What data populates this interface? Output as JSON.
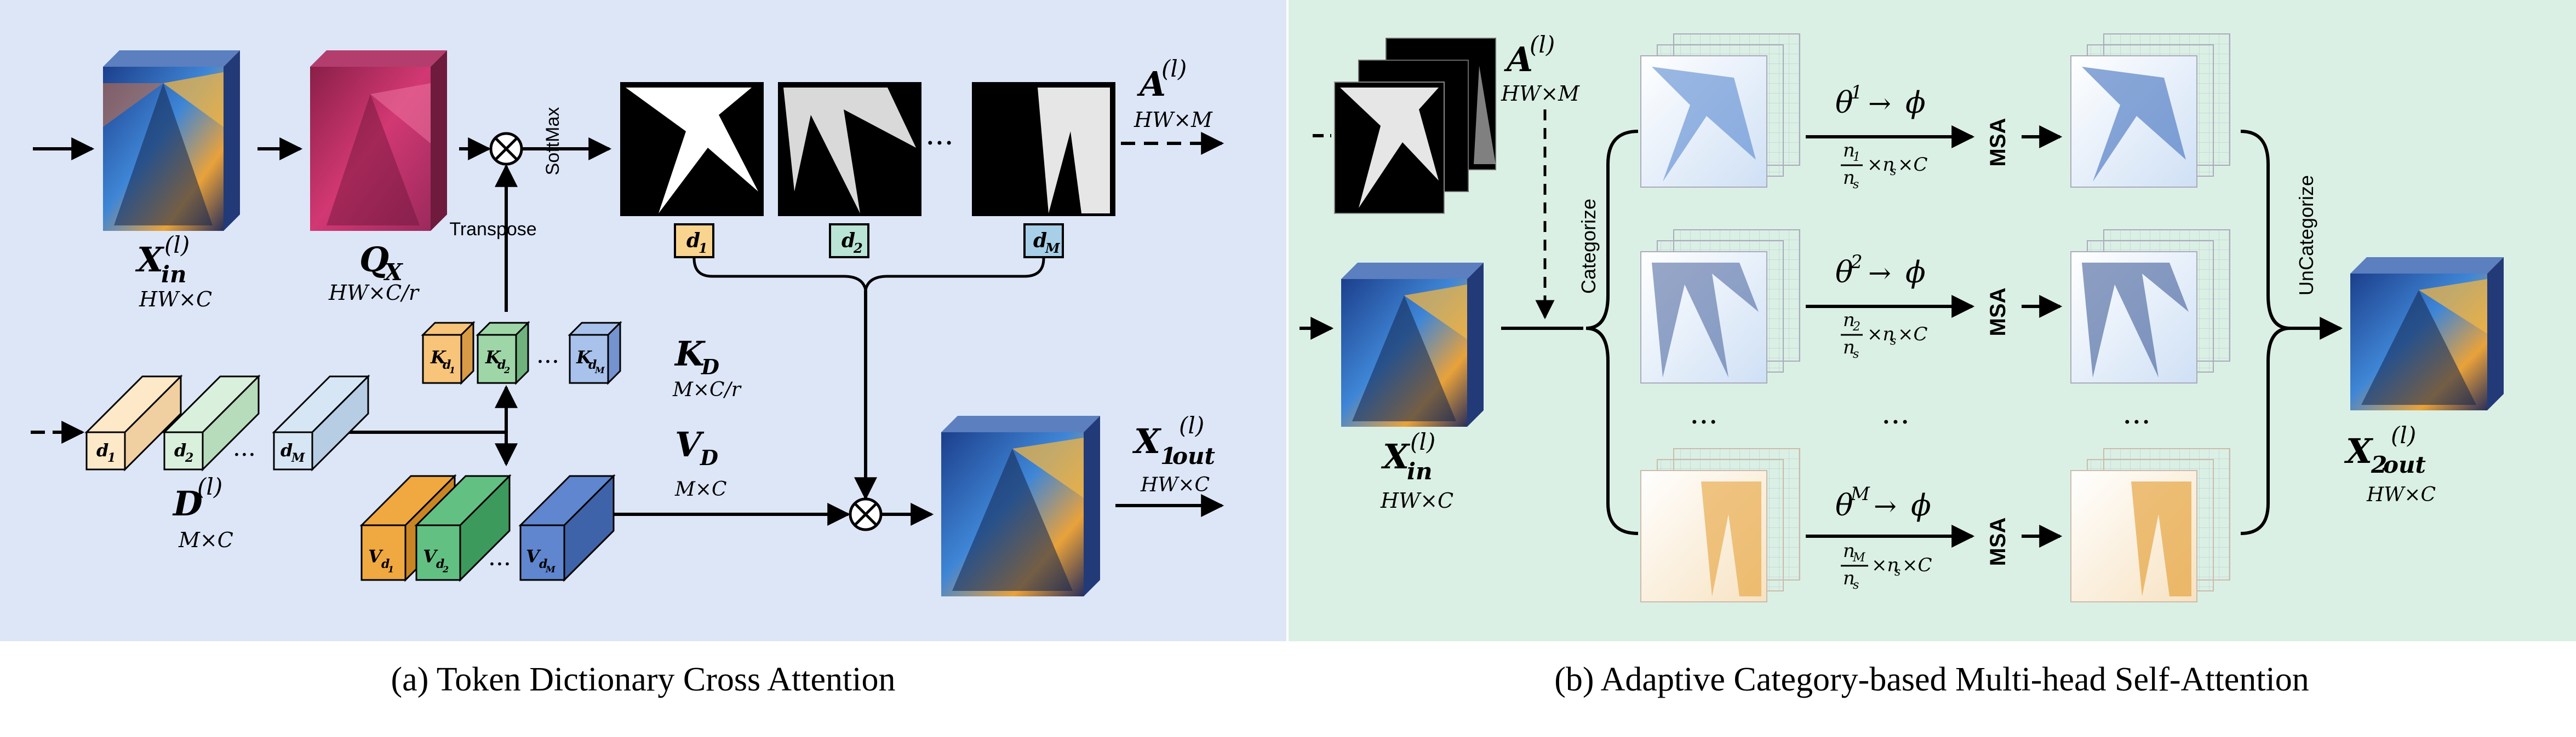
{
  "colors": {
    "panel_a_bg": "#dce6f7",
    "panel_b_bg": "#daf0e4",
    "line": "#000000",
    "dict_orange": "#fde8c8",
    "dict_green": "#d9f0dc",
    "dict_blue": "#d6e6f4",
    "key_orange": "#f7c47a",
    "key_green": "#9fd6a8",
    "key_blue": "#a9c2ec",
    "val_orange": "#f0a840",
    "val_green": "#63c083",
    "val_blue": "#5f86cf",
    "token_orange": "#f9d48f",
    "token_green": "#b9e4d6",
    "token_blue": "#a8cfe8",
    "query_pink": "#c9306c",
    "city_blue": "#2f62b8",
    "city_orange": "#e39a2a"
  },
  "panel_a": {
    "caption": "(a)  Token Dictionary Cross Attention",
    "x_in": {
      "base": "X",
      "sub": "in",
      "sup": "(l)",
      "dim": "HW×C"
    },
    "q_x": {
      "base": "Q",
      "sub": "X",
      "dim": "HW×C/r"
    },
    "transpose": "Transpose",
    "softmax": "SoftMax",
    "attention": {
      "base": "A",
      "sup": "(l)",
      "dim": "HW×M"
    },
    "ellipsis": "···",
    "tokens": [
      {
        "base": "d",
        "sub": "1"
      },
      {
        "base": "d",
        "sub": "2"
      },
      {
        "base": "d",
        "sub": "M"
      }
    ],
    "k_d": {
      "base": "K",
      "sub": "D",
      "dim": "M×C/r"
    },
    "keys": [
      {
        "base": "K",
        "sub": "d",
        "subsub": "1"
      },
      {
        "base": "K",
        "sub": "d",
        "subsub": "2"
      },
      {
        "base": "K",
        "sub": "d",
        "subsub": "M"
      }
    ],
    "v_d": {
      "base": "V",
      "sub": "D",
      "dim": "M×C"
    },
    "values": [
      {
        "base": "V",
        "sub": "d",
        "subsub": "1"
      },
      {
        "base": "V",
        "sub": "d",
        "subsub": "2"
      },
      {
        "base": "V",
        "sub": "d",
        "subsub": "M"
      }
    ],
    "dictionary": {
      "base": "D",
      "sup": "(l)",
      "dim": "M×C"
    },
    "dict_items": [
      {
        "base": "d",
        "sub": "1"
      },
      {
        "base": "d",
        "sub": "2"
      },
      {
        "base": "d",
        "sub": "M"
      }
    ],
    "x1_out": {
      "base": "X",
      "sub1": "1",
      "sub": "out",
      "sup": "(l)",
      "dim": "HW×C"
    }
  },
  "panel_b": {
    "caption": "(b)  Adaptive Category-based Multi-head Self-Attention",
    "attention": {
      "base": "A",
      "sup": "(l)",
      "dim": "HW×M"
    },
    "x_in": {
      "base": "X",
      "sub": "in",
      "sup": "(l)",
      "dim": "HW×C"
    },
    "categorize": "Categorize",
    "uncategorize": "UnCategorize",
    "msa": "MSA",
    "ellipsis": "···",
    "rows": [
      {
        "theta_sup": "1",
        "arrow": "→",
        "phi": "ϕ",
        "n": "n",
        "n_sub": "1",
        "ns": "n",
        "ns_sub": "s",
        "tail": "×n",
        "tail_sub": "s",
        "tail_end": "×C"
      },
      {
        "theta_sup": "2",
        "arrow": "→",
        "phi": "ϕ",
        "n": "n",
        "n_sub": "2",
        "ns": "n",
        "ns_sub": "s",
        "tail": "×n",
        "tail_sub": "s",
        "tail_end": "×C"
      },
      {
        "theta_sup": "M",
        "arrow": "→",
        "phi": "ϕ",
        "n": "n",
        "n_sub": "M",
        "ns": "n",
        "ns_sub": "s",
        "tail": "×n",
        "tail_sub": "s",
        "tail_end": "×C"
      }
    ],
    "theta": "θ",
    "x2_out": {
      "base": "X",
      "sub1": "2",
      "sub": "out",
      "sup": "(l)",
      "dim": "HW×C"
    }
  }
}
